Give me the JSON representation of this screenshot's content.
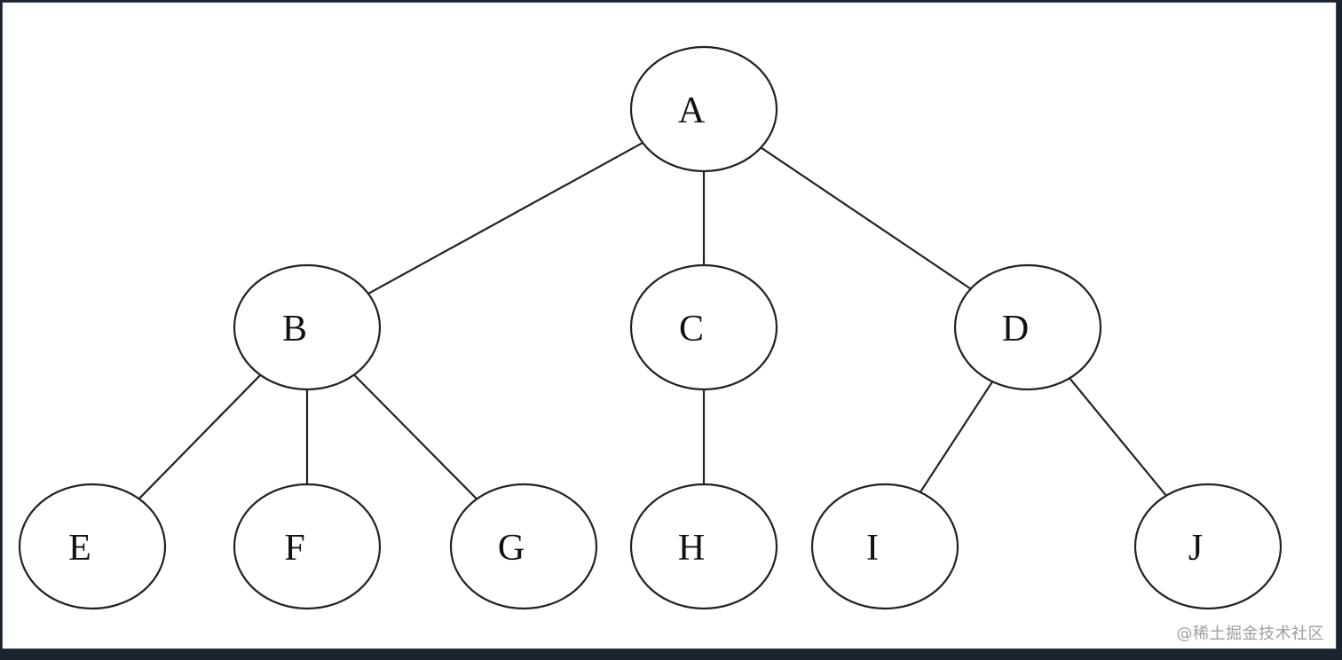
{
  "diagram": {
    "nodes": [
      {
        "id": "A",
        "label": "A"
      },
      {
        "id": "B",
        "label": "B"
      },
      {
        "id": "C",
        "label": "C"
      },
      {
        "id": "D",
        "label": "D"
      },
      {
        "id": "E",
        "label": "E"
      },
      {
        "id": "F",
        "label": "F"
      },
      {
        "id": "G",
        "label": "G"
      },
      {
        "id": "H",
        "label": "H"
      },
      {
        "id": "I",
        "label": "I"
      },
      {
        "id": "J",
        "label": "J"
      }
    ],
    "edges": [
      [
        "A",
        "B"
      ],
      [
        "A",
        "C"
      ],
      [
        "A",
        "D"
      ],
      [
        "B",
        "E"
      ],
      [
        "B",
        "F"
      ],
      [
        "B",
        "G"
      ],
      [
        "C",
        "H"
      ],
      [
        "D",
        "I"
      ],
      [
        "D",
        "J"
      ]
    ]
  },
  "watermark": "@稀土掘金技术社区",
  "colors": {
    "stroke": "#222222",
    "background": "#ffffff"
  }
}
